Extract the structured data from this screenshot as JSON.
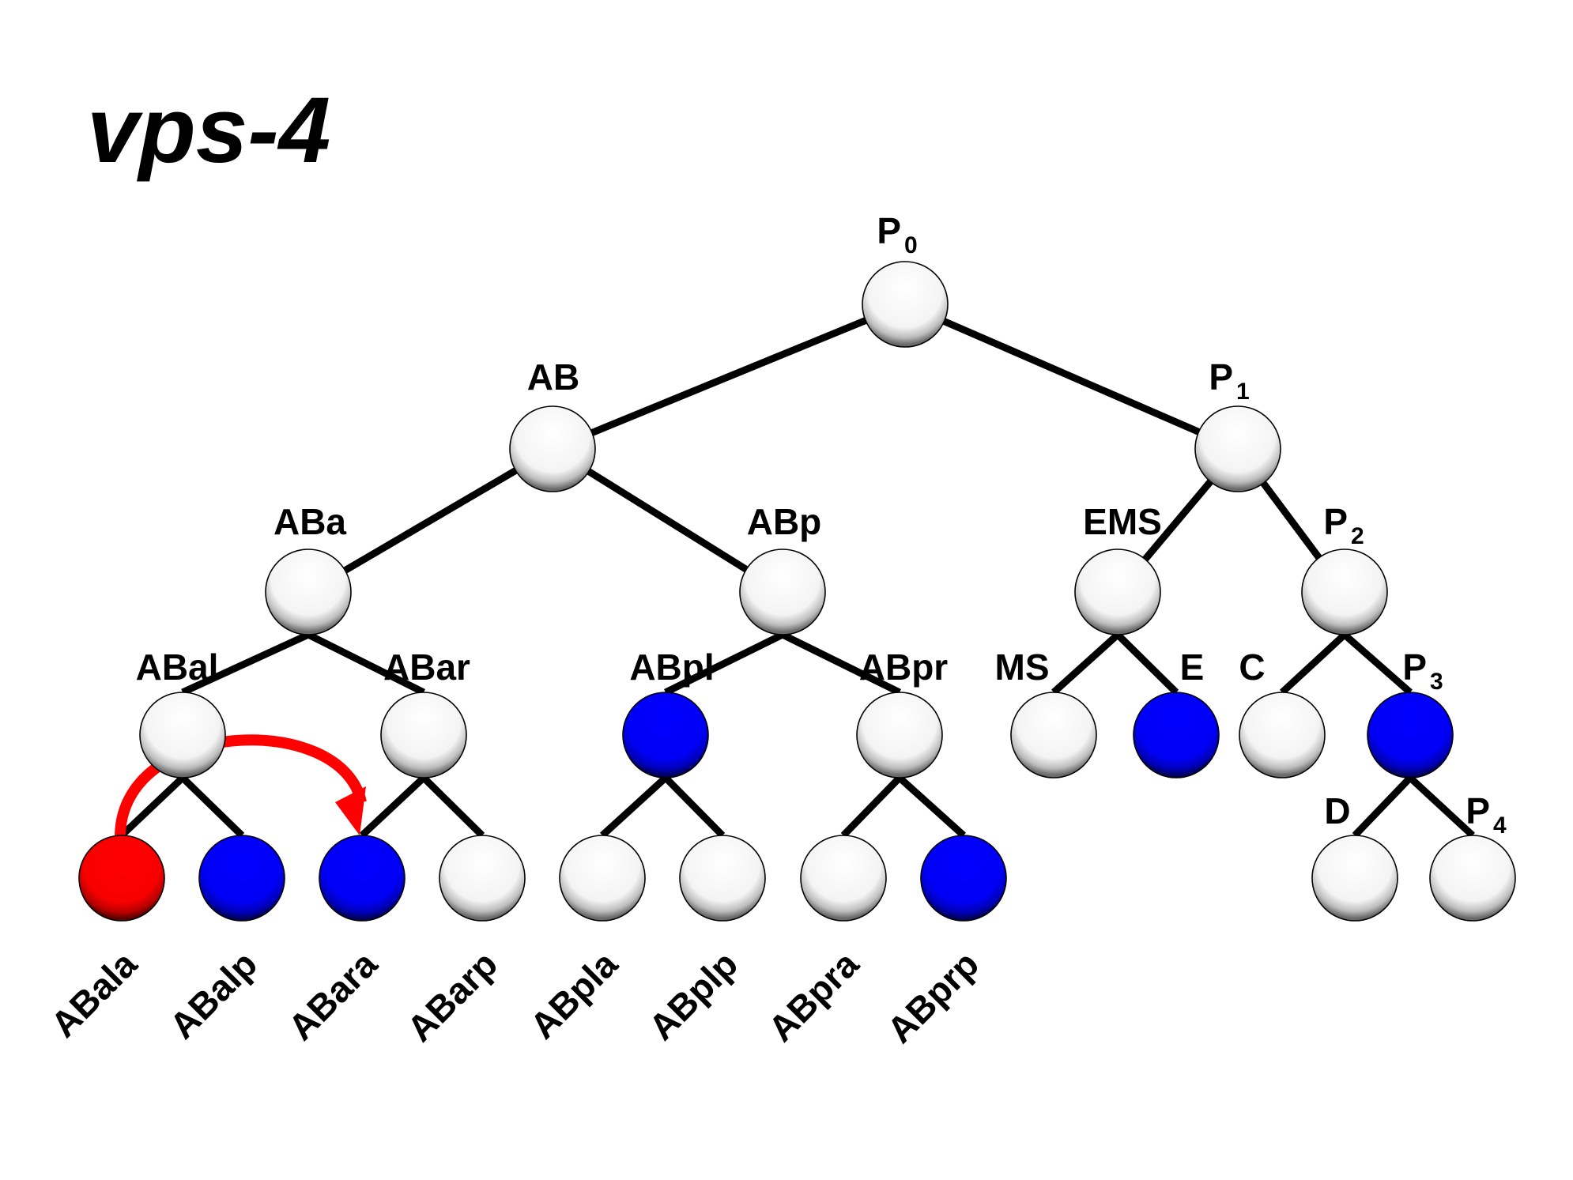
{
  "title": "vps-4",
  "colors": {
    "white_node": "#ffffff",
    "blue_node": "#0000ff",
    "red_node": "#ff0000",
    "edge": "#000000",
    "arrow": "#ff0000"
  },
  "nodes": [
    {
      "id": "P0",
      "label": "P",
      "sub": "0",
      "state": "white",
      "parent": null
    },
    {
      "id": "AB",
      "label": "AB",
      "sub": "",
      "state": "white",
      "parent": "P0"
    },
    {
      "id": "P1",
      "label": "P",
      "sub": "1",
      "state": "white",
      "parent": "P0"
    },
    {
      "id": "ABa",
      "label": "ABa",
      "sub": "",
      "state": "white",
      "parent": "AB"
    },
    {
      "id": "ABp",
      "label": "ABp",
      "sub": "",
      "state": "white",
      "parent": "AB"
    },
    {
      "id": "EMS",
      "label": "EMS",
      "sub": "",
      "state": "white",
      "parent": "P1"
    },
    {
      "id": "P2",
      "label": "P",
      "sub": "2",
      "state": "white",
      "parent": "P1"
    },
    {
      "id": "ABal",
      "label": "ABal",
      "sub": "",
      "state": "white",
      "parent": "ABa"
    },
    {
      "id": "ABar",
      "label": "ABar",
      "sub": "",
      "state": "white",
      "parent": "ABa"
    },
    {
      "id": "ABpl",
      "label": "ABpl",
      "sub": "",
      "state": "blue",
      "parent": "ABp"
    },
    {
      "id": "ABpr",
      "label": "ABpr",
      "sub": "",
      "state": "white",
      "parent": "ABp"
    },
    {
      "id": "MS",
      "label": "MS",
      "sub": "",
      "state": "white",
      "parent": "EMS"
    },
    {
      "id": "E",
      "label": "E",
      "sub": "",
      "state": "blue",
      "parent": "EMS"
    },
    {
      "id": "C",
      "label": "C",
      "sub": "",
      "state": "white",
      "parent": "P2"
    },
    {
      "id": "P3",
      "label": "P",
      "sub": "3",
      "state": "blue",
      "parent": "P2"
    },
    {
      "id": "ABala",
      "label": "ABala",
      "sub": "",
      "state": "red",
      "parent": "ABal",
      "leaf": true
    },
    {
      "id": "ABalp",
      "label": "ABalp",
      "sub": "",
      "state": "blue",
      "parent": "ABal",
      "leaf": true
    },
    {
      "id": "ABara",
      "label": "ABara",
      "sub": "",
      "state": "blue",
      "parent": "ABar",
      "leaf": true
    },
    {
      "id": "ABarp",
      "label": "ABarp",
      "sub": "",
      "state": "white",
      "parent": "ABar",
      "leaf": true
    },
    {
      "id": "ABpla",
      "label": "ABpla",
      "sub": "",
      "state": "white",
      "parent": "ABpl",
      "leaf": true
    },
    {
      "id": "ABplp",
      "label": "ABplp",
      "sub": "",
      "state": "white",
      "parent": "ABpl",
      "leaf": true
    },
    {
      "id": "ABpra",
      "label": "ABpra",
      "sub": "",
      "state": "white",
      "parent": "ABpr",
      "leaf": true
    },
    {
      "id": "ABprp",
      "label": "ABprp",
      "sub": "",
      "state": "blue",
      "parent": "ABpr",
      "leaf": true
    },
    {
      "id": "D",
      "label": "D",
      "sub": "",
      "state": "white",
      "parent": "P3"
    },
    {
      "id": "P4",
      "label": "P",
      "sub": "4",
      "state": "white",
      "parent": "P3"
    }
  ],
  "arrow": {
    "from": "ABala",
    "to": "ABara"
  }
}
